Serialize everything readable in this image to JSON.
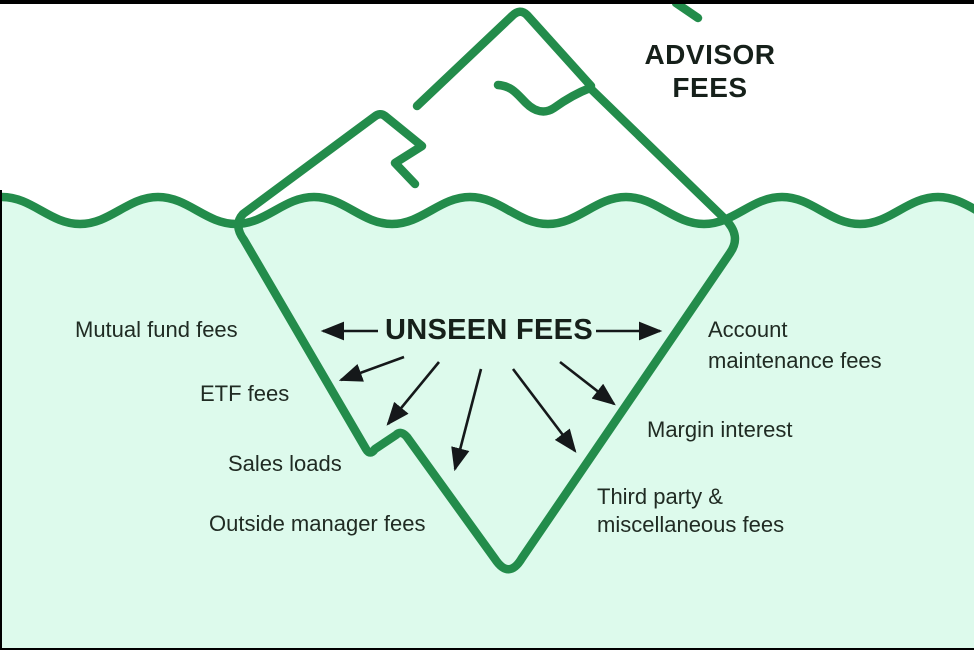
{
  "title": {
    "text": "ADVISOR\nFEES"
  },
  "center": {
    "label": "UNSEEN FEES"
  },
  "fees_left": [
    {
      "text": "Mutual fund fees"
    },
    {
      "text": "ETF fees"
    },
    {
      "text": "Sales loads"
    },
    {
      "text": "Outside manager fees"
    }
  ],
  "fees_right": [
    {
      "text": "Account\nmaintenance fees"
    },
    {
      "text": "Margin interest"
    },
    {
      "text": "Third party &\nmiscellaneous fees"
    }
  ],
  "icons": {
    "iceberg": "iceberg-outline-icon",
    "wave": "waterline-wave-icon",
    "arrows": "radiating-arrows"
  },
  "colors": {
    "line_green": "#238c4b",
    "water_mint": "#ddfaec",
    "text_dark": "#202b23",
    "arrow_black": "#15181a"
  }
}
